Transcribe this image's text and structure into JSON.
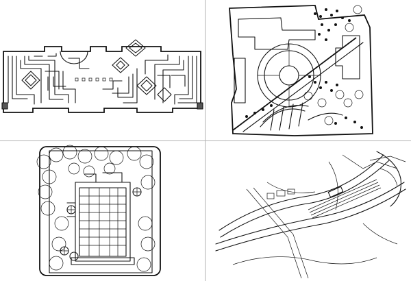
{
  "sheet": {
    "background": "#ffffff",
    "ink": "#111111",
    "divider": "#b0b0b0"
  },
  "panels": [
    {
      "id": "formal-garden-plan"
    },
    {
      "id": "landscape-site-plan"
    },
    {
      "id": "building-block-plan"
    },
    {
      "id": "road-network-plan"
    }
  ]
}
